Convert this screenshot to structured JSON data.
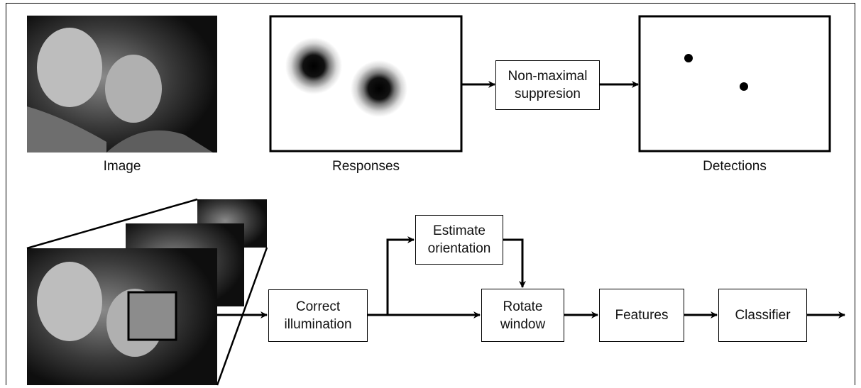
{
  "top_row": {
    "image_label": "Image",
    "responses_label": "Responses",
    "nms_box": "Non-maximal\nsuppresion",
    "detections_label": "Detections"
  },
  "bottom_row": {
    "correct_illumination": "Correct\nillumination",
    "estimate_orientation": "Estimate\norientation",
    "rotate_window": "Rotate\nwindow",
    "features": "Features",
    "classifier": "Classifier"
  },
  "colors": {
    "line": "#000000",
    "photo_dark": "#1a1a1a",
    "window_patch": "#8c8c8c",
    "response_blob": "#111111"
  }
}
